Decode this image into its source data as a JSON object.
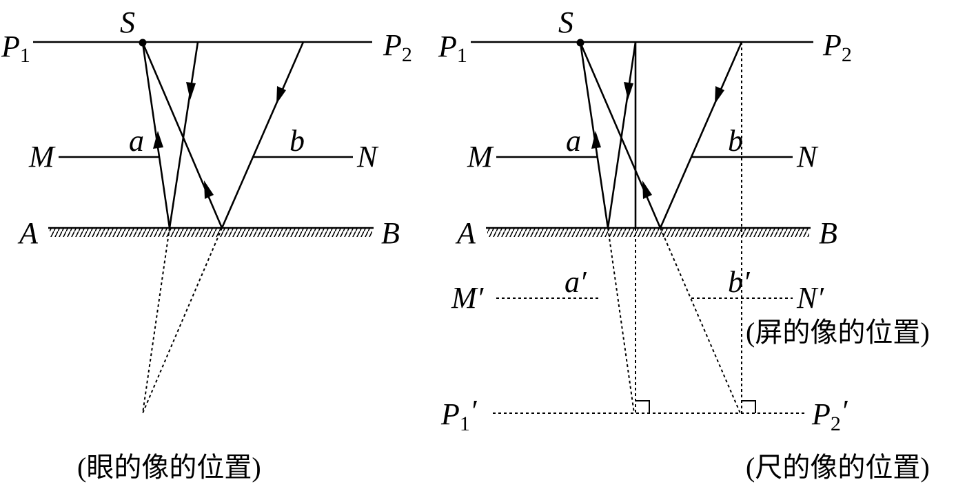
{
  "left": {
    "labels": {
      "S": "S",
      "P1": "P",
      "P1_sub": "1",
      "P2": "P",
      "P2_sub": "2",
      "M": "M",
      "N": "N",
      "a": "a",
      "b": "b",
      "A": "A",
      "B": "B"
    },
    "caption": "(眼的像的位置)"
  },
  "right": {
    "labels": {
      "S": "S",
      "P1": "P",
      "P1_sub": "1",
      "P2": "P",
      "P2_sub": "2",
      "M": "M",
      "N": "N",
      "a": "a",
      "b": "b",
      "A": "A",
      "B": "B",
      "M_prime": "M′",
      "N_prime": "N′",
      "a_prime": "a′",
      "b_prime": "b′",
      "P1_prime": "P",
      "P1_prime_sub": "1",
      "P1_prime_mark": "′",
      "P2_prime": "P",
      "P2_prime_sub": "2",
      "P2_prime_mark": "′"
    },
    "screen_image_caption": "(屏的像的位置)",
    "ruler_image_caption": "(尺的像的位置)"
  }
}
